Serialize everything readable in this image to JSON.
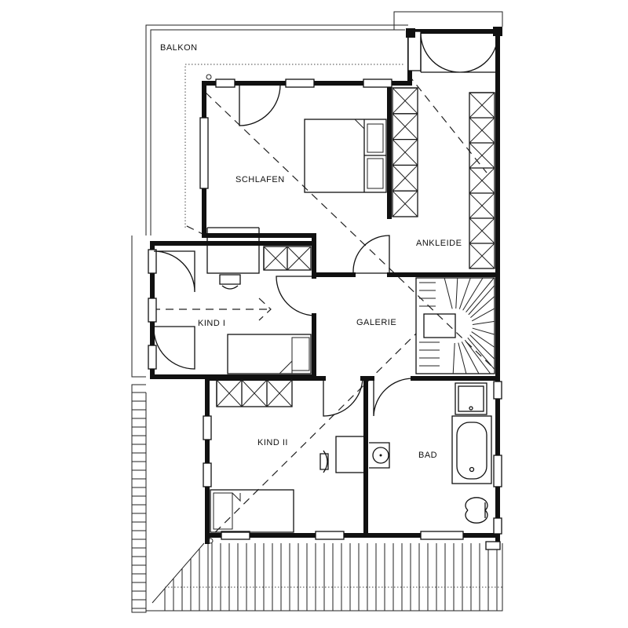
{
  "rooms": {
    "balkon": "BALKON",
    "schlafen": "SCHLAFEN",
    "ankleide": "ANKLEIDE",
    "kind1": "KIND I",
    "galerie": "GALERIE",
    "kind2": "KIND II",
    "bad": "BAD"
  }
}
